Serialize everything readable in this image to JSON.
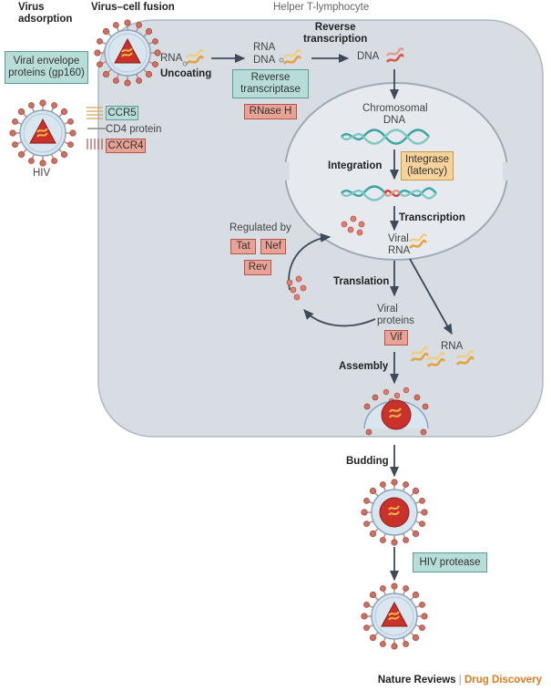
{
  "labels": {
    "virus_adsorption": [
      "Virus",
      "adsorption"
    ],
    "virus_cell_fusion": "Virus–cell fusion",
    "helper_t": "Helper T-lymphocyte",
    "rna_1": "RNA",
    "uncoating": "Uncoating",
    "rna_2": "RNA",
    "dna_1": "DNA",
    "reverse_transcription": [
      "Reverse",
      "transcription"
    ],
    "dna_2": "DNA",
    "chromosomal_dna": [
      "Chromosomal",
      "DNA"
    ],
    "integration": "Integration",
    "transcription": "Transcription",
    "regulated_by": "Regulated by",
    "viral_rna": [
      "Viral",
      "RNA"
    ],
    "translation": "Translation",
    "viral_proteins": [
      "Viral",
      "proteins"
    ],
    "rna_3": "RNA",
    "assembly": "Assembly",
    "budding": "Budding",
    "hiv": "HIV",
    "cd4_protein": "CD4 protein"
  },
  "boxes": {
    "viral_envelope": [
      "Viral envelope",
      "proteins (gp160)"
    ],
    "ccr5": "CCR5",
    "cxcr4": "CXCR4",
    "reverse_transcriptase": [
      "Reverse",
      "transcriptase"
    ],
    "rnase_h": "RNase H",
    "integrase": [
      "Integrase",
      "(latency)"
    ],
    "tat": "Tat",
    "nef": "Nef",
    "rev": "Rev",
    "vif": "Vif",
    "hiv_protease": "HIV protease"
  },
  "footer": {
    "publisher": "Nature Reviews",
    "separator": "|",
    "journal": "Drug Discovery"
  },
  "colors": {
    "cell_fill": "#d7dde3",
    "nucleus_fill": "#e6eaee",
    "teal_box": "#b8ddd8",
    "red_box": "#e8a296",
    "gold_box": "#f6d39a",
    "virion_core": "#c8322a",
    "rna_strand": "#e6a23c",
    "dna_strand": "#3aa6a2",
    "accent": "#e37a1f"
  }
}
